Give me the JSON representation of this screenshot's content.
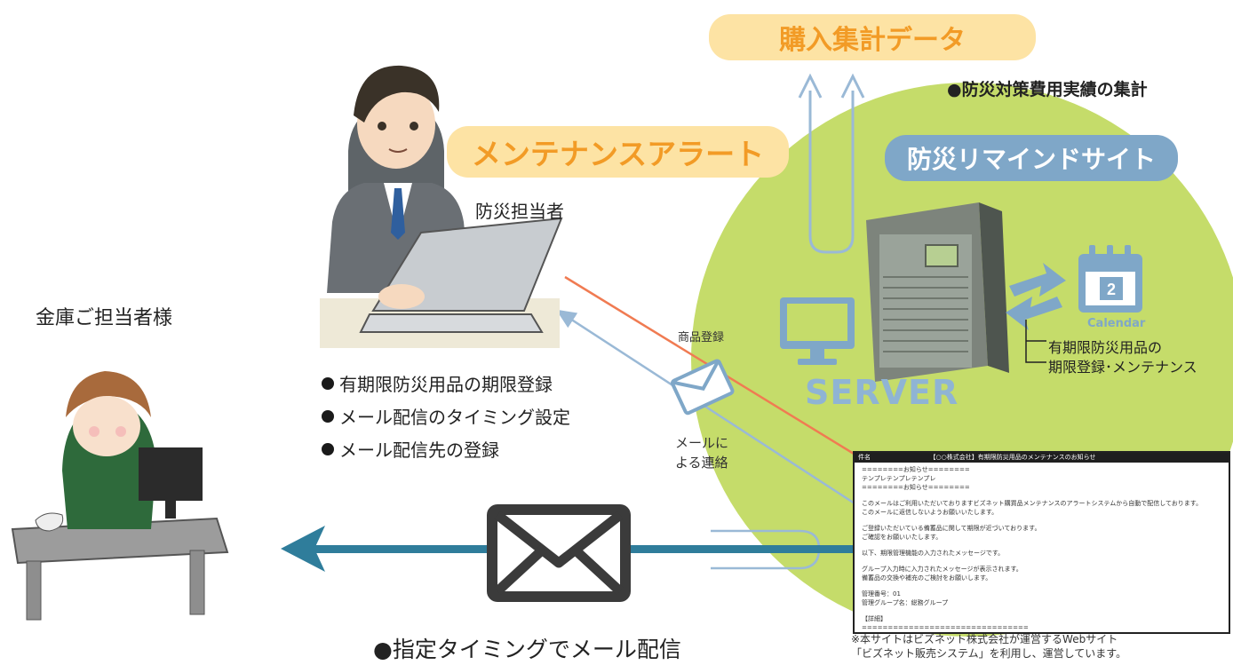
{
  "labels": {
    "purchase_data": "購入集計データ",
    "aggregate_note": "●防災対策費用実績の集計",
    "maintenance_alert": "メンテナンスアラート",
    "remind_site": "防災リマインドサイト",
    "disaster_manager": "防災担当者",
    "safe_customer": "金庫ご担当者様",
    "product_registration": "商品登録",
    "mail_contact_line1": "メールに",
    "mail_contact_line2": "よる連絡",
    "server": "SERVER",
    "calendar_word": "Calendar",
    "calendar_day": "2",
    "calendar_desc_line1": "有期限防災用品の",
    "calendar_desc_line2": "期限登録･メンテナンス",
    "bottom_caption": "●指定タイミングでメール配信",
    "footnote_line1": "※本サイトはビズネット株式会社が運営するWebサイト",
    "footnote_line2": "「ビズネット販売システム」を利用し、運営しています。"
  },
  "bullets": [
    "有期限防災用品の期限登録",
    "メール配信のタイミング設定",
    "メール配信先の登録"
  ],
  "email_sample": {
    "header": "件名　　　　　　　　　　【○○株式会社】有期限防災用品のメンテナンスのお知らせ",
    "lines": [
      "========お知らせ========",
      "テンプレテンプレテンプレ",
      "========お知らせ========",
      "",
      "このメールはご利用いただいておりますビズネット購買品メンテナンスのアラートシステムから自動で配信しております。",
      "このメールに返信しないようお願いいたします。",
      "",
      "ご登録いただいている備蓄品に関して期限が近づいております。",
      "ご確認をお願いいたします。",
      "",
      "以下、期限管理機能の入力されたメッセージです。",
      "",
      "グループ入力時に入力されたメッセージが表示されます。",
      "備蓄品の交換や補充のご検討をお願いします。",
      "",
      "管理番号：01",
      "管理グループ名：総務グループ",
      "",
      "【詳細】",
      "================================"
    ]
  },
  "colors": {
    "alert_fill": "#fde3a4",
    "alert_text": "#f29b26",
    "site_fill": "#7fa7c8",
    "site_text": "#ffffff",
    "circle": "#c5dc6a",
    "big_arrow": "#2f7d9b",
    "orange_arrow": "#f07b52",
    "blue_line": "#9ab9d6",
    "envelope": "#3b3b3b"
  }
}
